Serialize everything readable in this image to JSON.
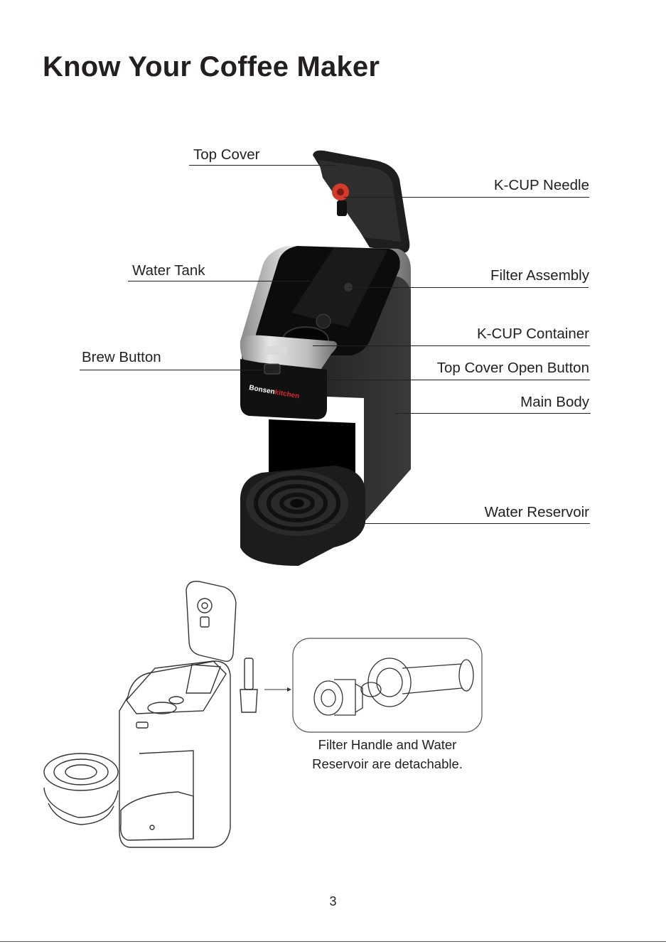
{
  "title": "Know Your Coffee Maker",
  "labels": {
    "top_cover": "Top Cover",
    "kcup_needle": "K-CUP Needle",
    "water_tank": "Water Tank",
    "filter_assembly": "Filter Assembly",
    "kcup_container": "K-CUP Container",
    "brew_button": "Brew Button",
    "top_cover_open_button": "Top Cover Open Button",
    "main_body": "Main Body",
    "water_reservoir": "Water Reservoir"
  },
  "brand": {
    "part1": "Bonsen",
    "part2": "kitchen",
    "color_dark": "#ffffff",
    "color_accent": "#d7282f"
  },
  "caption": {
    "line1": "Filter Handle and Water",
    "line2": "Reservoir are detachable."
  },
  "page_number": "3"
}
